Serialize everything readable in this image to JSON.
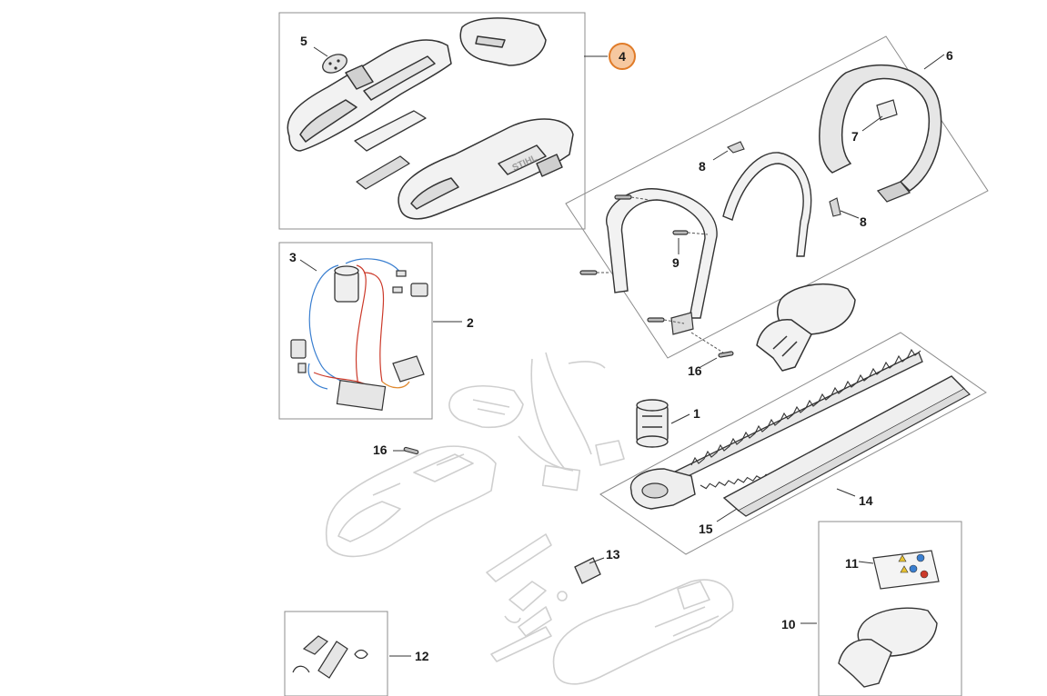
{
  "diagram": {
    "callouts": [
      {
        "id": "1",
        "text": "1"
      },
      {
        "id": "2",
        "text": "2"
      },
      {
        "id": "3",
        "text": "3"
      },
      {
        "id": "4",
        "text": "4",
        "highlighted": true
      },
      {
        "id": "5",
        "text": "5"
      },
      {
        "id": "6",
        "text": "6"
      },
      {
        "id": "7",
        "text": "7"
      },
      {
        "id": "8a",
        "text": "8"
      },
      {
        "id": "8b",
        "text": "8"
      },
      {
        "id": "9",
        "text": "9"
      },
      {
        "id": "10",
        "text": "10"
      },
      {
        "id": "11",
        "text": "11"
      },
      {
        "id": "12",
        "text": "12"
      },
      {
        "id": "13",
        "text": "13"
      },
      {
        "id": "14",
        "text": "14"
      },
      {
        "id": "15",
        "text": "15"
      },
      {
        "id": "16a",
        "text": "16"
      },
      {
        "id": "16b",
        "text": "16"
      }
    ],
    "brand_mark": "STIHL",
    "colors": {
      "line": "#333333",
      "ghost": "#c8c8c8",
      "box": "#8c8c8c",
      "highlight_fill": "#f6c8a0",
      "highlight_stroke": "#e07b28",
      "wire_blue": "#3a7fd0",
      "wire_red": "#cc3a2a",
      "wire_orange": "#e08a30"
    }
  }
}
